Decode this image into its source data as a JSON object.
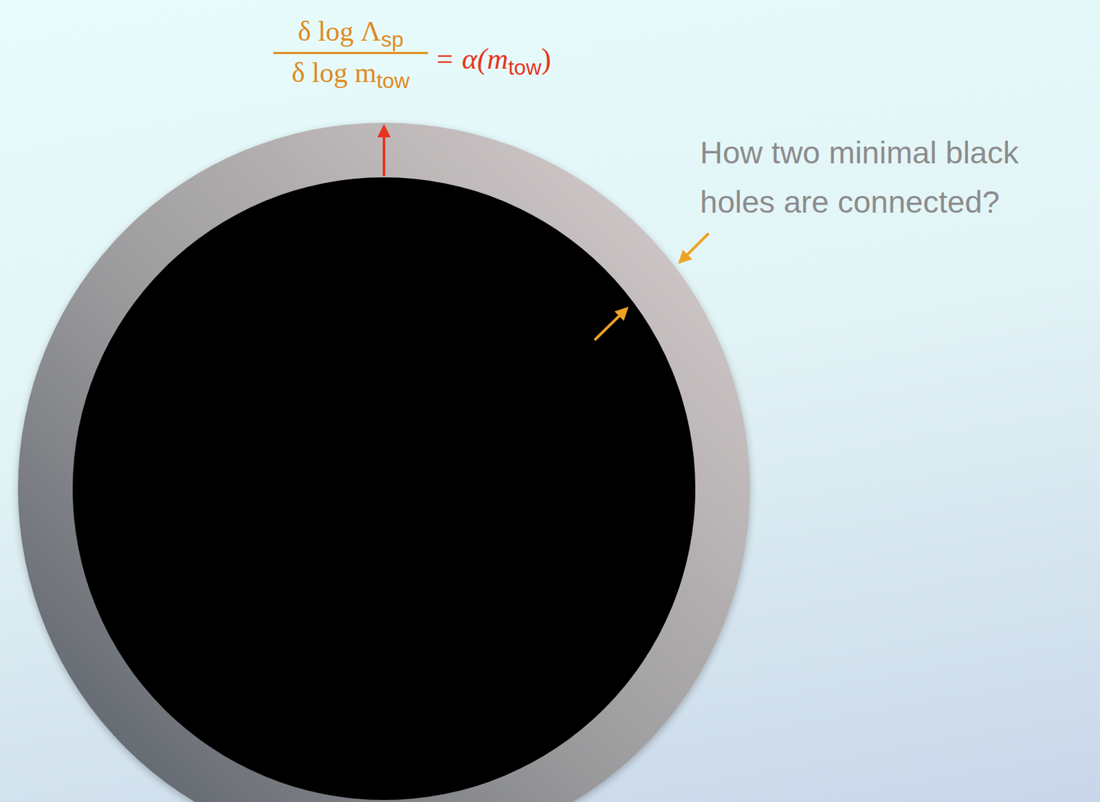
{
  "diagram": {
    "labels": [
      "δ log Λ",
      "sp",
      "δ log m",
      "tow",
      "= α(m",
      "tow",
      ")",
      "How two minimal black holes are connected?"
    ]
  }
}
